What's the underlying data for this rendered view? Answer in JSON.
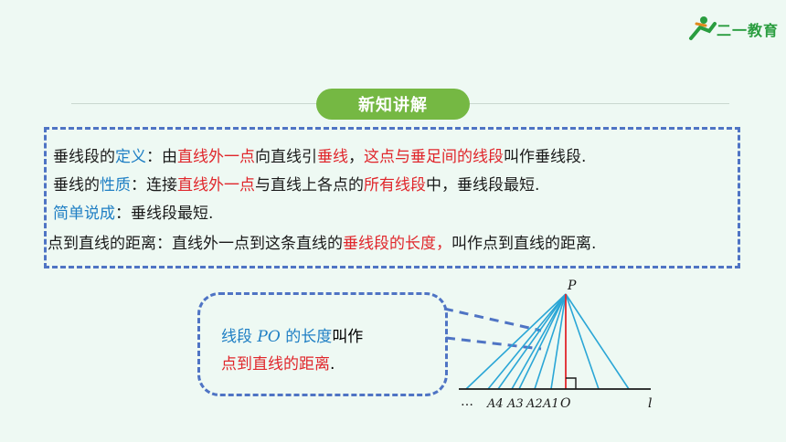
{
  "brand": {
    "name": "二一教育"
  },
  "section_title": "新知讲解",
  "definition_lines": [
    [
      {
        "text": "垂线段的",
        "color": "black"
      },
      {
        "text": "定义",
        "color": "blue"
      },
      {
        "text": "：由",
        "color": "black"
      },
      {
        "text": "直线外一点",
        "color": "red"
      },
      {
        "text": "向直线引",
        "color": "black"
      },
      {
        "text": "垂线",
        "color": "red"
      },
      {
        "text": "，",
        "color": "black"
      },
      {
        "text": "这点与垂足间的线段",
        "color": "red"
      },
      {
        "text": "叫作垂线段.",
        "color": "black"
      }
    ],
    [
      {
        "text": "垂线的",
        "color": "black"
      },
      {
        "text": "性质",
        "color": "blue"
      },
      {
        "text": "：连接",
        "color": "black"
      },
      {
        "text": "直线外一点",
        "color": "red"
      },
      {
        "text": "与直线上各点的",
        "color": "black"
      },
      {
        "text": "所有线段",
        "color": "red"
      },
      {
        "text": "中，垂线段最短.",
        "color": "black"
      }
    ],
    [
      {
        "text": "简单说成",
        "color": "blue"
      },
      {
        "text": "：垂线段最短.",
        "color": "black"
      }
    ],
    [
      {
        "text": "点到直线的距离：直线外一点到这条直线的",
        "color": "black"
      },
      {
        "text": "垂线段的长度，",
        "color": "red"
      },
      {
        "text": "叫作点到直线的距离.",
        "color": "black"
      }
    ]
  ],
  "note": {
    "line1_a": "线段 ",
    "line1_b": "PO",
    "line1_c": " 的长度",
    "line1_d": "叫作",
    "line2_a": "点到直线的距离",
    "line2_b": "."
  },
  "diagram_labels": {
    "P": "P",
    "O": "O",
    "l": "l",
    "dots": "…",
    "A4": "A4",
    "A3": "A3",
    "A2": "A2",
    "A1": "A1"
  },
  "colors": {
    "blue": "#1f7fc4",
    "red": "#e0262b",
    "green": "#75b843",
    "dash": "#4f74c4",
    "ray": "#2aa6d6"
  }
}
